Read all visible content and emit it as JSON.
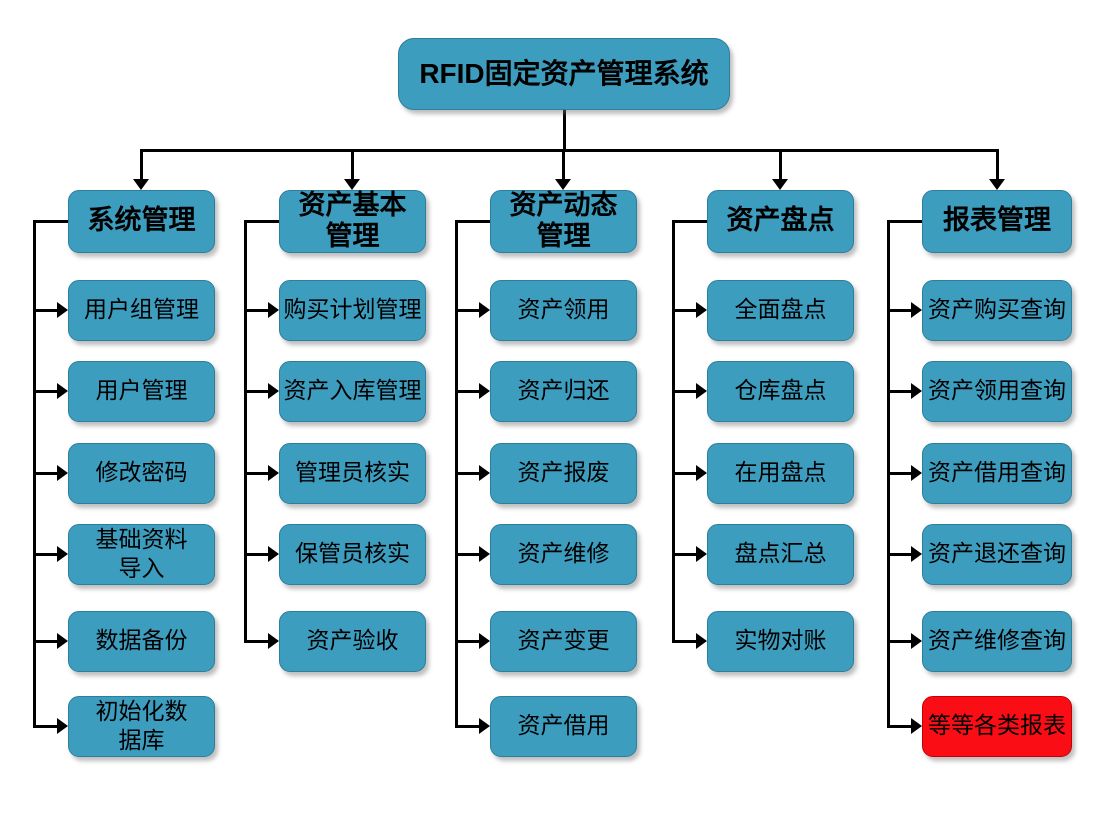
{
  "root": {
    "label": "RFID固定资产管理系统"
  },
  "columns": [
    {
      "header": "系统管理",
      "children": [
        "用户组管理",
        "用户管理",
        "修改密码",
        "基础资料\n导入",
        "数据备份",
        "初始化数\n据库"
      ]
    },
    {
      "header": "资产基本\n管理",
      "children": [
        "购买计划管理",
        "资产入库管理",
        "管理员核实",
        "保管员核实",
        "资产验收"
      ]
    },
    {
      "header": "资产动态\n管理",
      "children": [
        "资产领用",
        "资产归还",
        "资产报废",
        "资产维修",
        "资产变更",
        "资产借用"
      ]
    },
    {
      "header": "资产盘点",
      "children": [
        "全面盘点",
        "仓库盘点",
        "在用盘点",
        "盘点汇总",
        "实物对账"
      ]
    },
    {
      "header": "报表管理",
      "children": [
        "资产购买查询",
        "资产领用查询",
        "资产借用查询",
        "资产退还查询",
        "资产维修查询",
        "等等各类报表"
      ]
    }
  ],
  "colors": {
    "node_fill": "#3d9dbe",
    "highlight_fill": "#fb0d16",
    "line": "#000000"
  }
}
